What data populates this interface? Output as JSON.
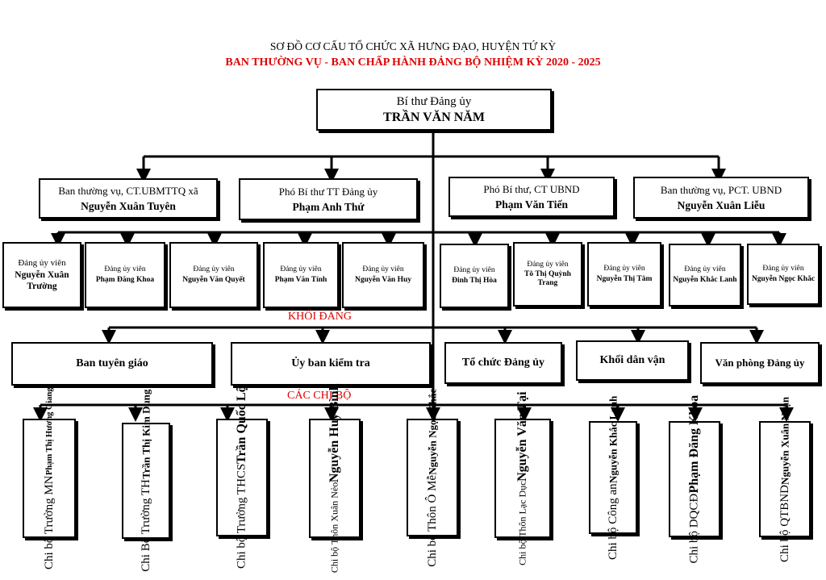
{
  "title": "SƠ ĐỒ CƠ CẤU TỔ CHỨC XÃ HƯNG ĐẠO, HUYỆN TỨ KỲ",
  "subtitle": "BAN THƯỜNG VỤ - BAN CHẤP HÀNH ĐẢNG BỘ NHIỆM KỲ 2020 - 2025",
  "top": {
    "role": "Bí thư Đảng ủy",
    "name": "TRẦN VĂN NĂM"
  },
  "level2": [
    {
      "role": "Ban thường vụ, CT.UBMTTQ xã",
      "name": "Nguyễn Xuân Tuyên"
    },
    {
      "role": "Phó Bí thư TT Đảng ủy",
      "name": "Phạm Anh Thứ"
    },
    {
      "role": "Phó Bí thư, CT UBND",
      "name": "Phạm Văn Tiến"
    },
    {
      "role": "Ban thường vụ, PCT. UBND",
      "name": "Nguyễn Xuân Liễu"
    }
  ],
  "members": [
    {
      "role": "Đảng ủy viên",
      "name": "Nguyễn Xuân Trường"
    },
    {
      "role": "Đảng ủy viên",
      "name": "Phạm Đăng Khoa"
    },
    {
      "role": "Đảng ủy viên",
      "name": "Nguyễn Văn Quyết"
    },
    {
      "role": "Đảng ủy viên",
      "name": "Phạm Văn Tính"
    },
    {
      "role": "Đảng ủy viên",
      "name": "Nguyễn Văn Huy"
    },
    {
      "role": "Đảng ủy viên",
      "name": "Đinh Thị Hòa"
    },
    {
      "role": "Đảng ủy viên",
      "name": "Tô Thị Quỳnh Trang"
    },
    {
      "role": "Đảng ủy viên",
      "name": "Nguyễn Thị Tâm"
    },
    {
      "role": "Đảng ủy viên",
      "name": "Nguyễn Khắc Lanh"
    },
    {
      "role": "Đảng ủy viên",
      "name": "Nguyễn Ngọc Khắc"
    }
  ],
  "khoi_dang_label": "KHỐI ĐẢNG",
  "departments": [
    "Ban tuyên giáo",
    "Ủy ban kiểm tra",
    "Tổ chức Đảng ủy",
    "Khối dân vận",
    "Văn phòng Đảng ủy"
  ],
  "chi_bo_label": "CÁC CHI BỘ",
  "chi_bo": [
    {
      "name": "Chi bộ Trường MN",
      "leader": "Phạm Thị Hương Giang"
    },
    {
      "name": "Chi Bộ Trường TH",
      "leader": "Trần Thị Kim Dung"
    },
    {
      "name": "Chi bộ Trường THCS",
      "leader": "Trần Quốc Lộ"
    },
    {
      "name": "Chi bộ Thôn Xuân Nẻo",
      "leader": "Nguyễn Huy Bình"
    },
    {
      "name": "Chi bộ Thôn Ô Mễ",
      "leader": "Nguyễn Ngọc Khắc"
    },
    {
      "name": "Chi bộ Thôn Lạc Dục",
      "leader": "Nguyễn Văn Tại"
    },
    {
      "name": "Chi bộ Công an",
      "leader": "Nguyễn Khắc Lanh"
    },
    {
      "name": "Chi bộ DQCĐ",
      "leader": "Phạm Đăng Khoa"
    },
    {
      "name": "Chi bộ QTBND",
      "leader": "Nguyễn Xuân Ngạn"
    }
  ],
  "colors": {
    "accent": "#e00000",
    "line": "#000000"
  }
}
